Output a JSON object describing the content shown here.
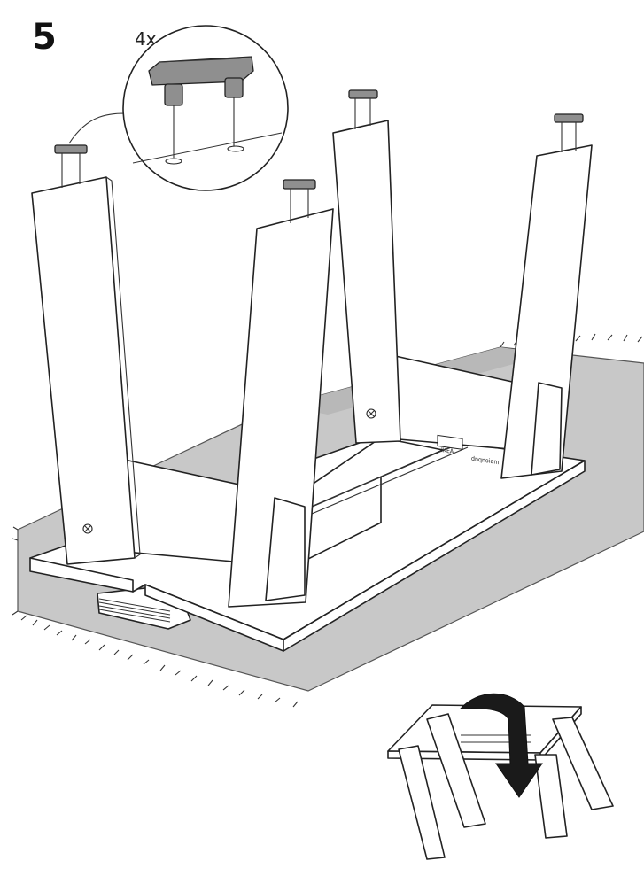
{
  "step": {
    "number": "5"
  },
  "detail": {
    "quantity": "4x",
    "part": "floor-protector-cap-icon"
  },
  "product_label": {
    "brand": "IKEA",
    "text": "dnqnoiam"
  },
  "icons": {
    "table": "upside-down-table-icon",
    "arrow": "flip-arrow-icon",
    "magnifier": "detail-callout-circle-icon"
  },
  "colors": {
    "rug": "#c8c8c8",
    "cap": "#8f8f8f",
    "line": "#222222"
  }
}
